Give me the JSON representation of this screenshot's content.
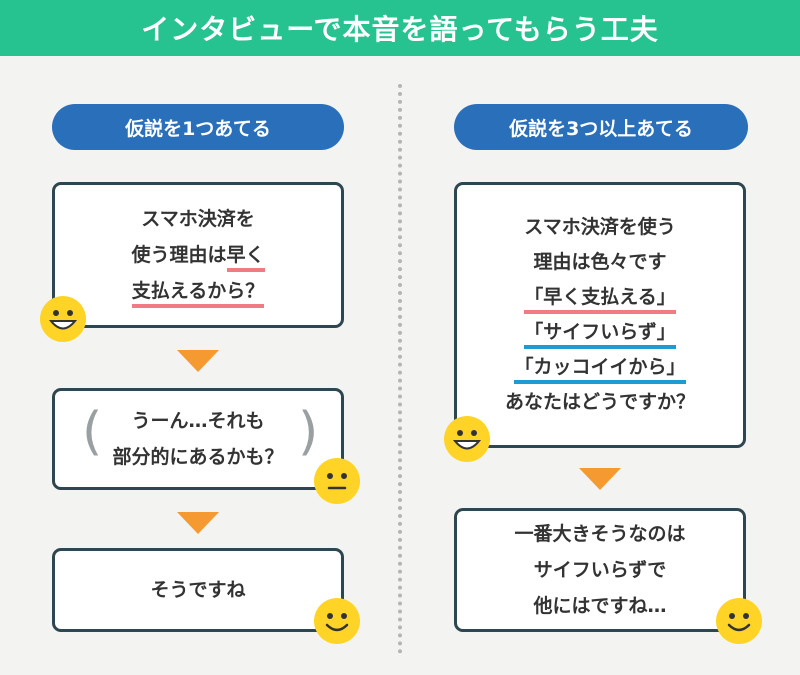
{
  "header": {
    "title": "インタビューで本音を語ってもらう工夫"
  },
  "left": {
    "heading": "仮説を1つあてる",
    "card1": {
      "line1": "スマホ決済を",
      "line2a": "使う理由は",
      "line2b": "早く",
      "line3": "支払えるから？"
    },
    "card2": {
      "line1": "うーん…それも",
      "line2": "部分的にあるかも？"
    },
    "card3": {
      "line1": "そうですね"
    }
  },
  "right": {
    "heading": "仮説を3つ以上あてる",
    "card1": {
      "line1": "スマホ決済を使う",
      "line2": "理由は色々です",
      "option1": "「早く支払える」",
      "option2": "「サイフいらず」",
      "option3": "「カッコイイから」",
      "line6": "あなたはどうですか？"
    },
    "card2": {
      "line1": "一番大きそうなのは",
      "line2": "サイフいらずで",
      "line3": "他にはですね…"
    }
  },
  "colors": {
    "header": "#26c28f",
    "pill": "#2a6fba",
    "arrow": "#f59a30",
    "underline_red": "#f07b82",
    "underline_blue": "#1e9bd1",
    "face": "#ffd426"
  },
  "icons": [
    "grin-face-icon",
    "neutral-face-icon",
    "smile-face-icon",
    "arrow-down-icon"
  ]
}
